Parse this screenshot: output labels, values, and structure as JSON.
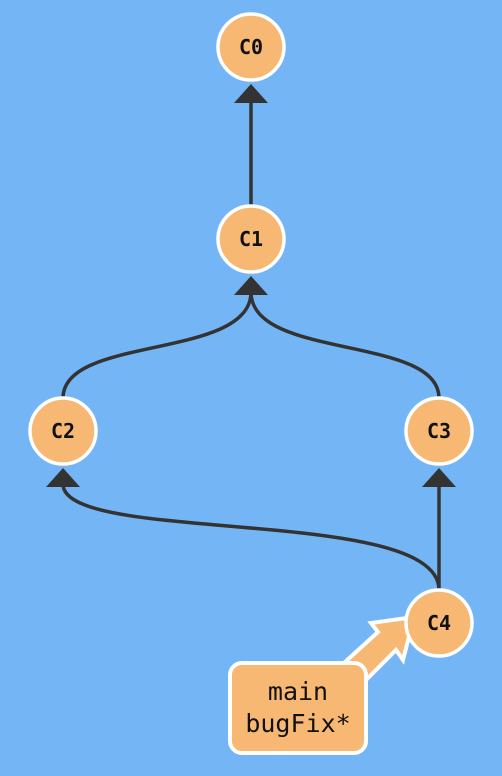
{
  "colors": {
    "background": "#74b6f5",
    "commit_fill": "#f6b872",
    "commit_stroke": "#ffffff",
    "edge": "#333333",
    "branch_fill": "#f6b872",
    "branch_border": "#ffffff"
  },
  "commits": [
    {
      "id": "C0",
      "label": "C0",
      "parents": []
    },
    {
      "id": "C1",
      "label": "C1",
      "parents": [
        "C0"
      ]
    },
    {
      "id": "C2",
      "label": "C2",
      "parents": [
        "C1"
      ]
    },
    {
      "id": "C3",
      "label": "C3",
      "parents": [
        "C1"
      ]
    },
    {
      "id": "C4",
      "label": "C4",
      "parents": [
        "C2",
        "C3"
      ]
    }
  ],
  "branch_tag": {
    "lines": [
      "main",
      "bugFix*"
    ],
    "points_to": "C4"
  }
}
